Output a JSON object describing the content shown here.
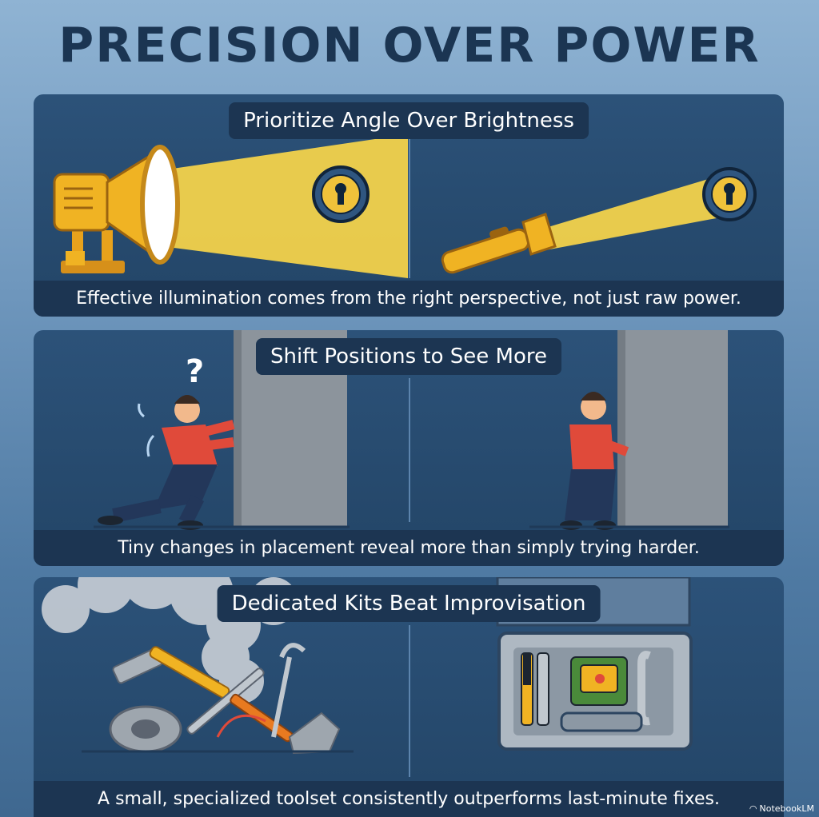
{
  "title": "PRECISION OVER POWER",
  "panels": [
    {
      "heading": "Prioritize Angle Over Brightness",
      "caption": "Effective illumination comes from the right perspective, not just raw power.",
      "icons": [
        "spotlight-icon",
        "keyhole-icon",
        "flashlight-icon"
      ]
    },
    {
      "heading": "Shift Positions to See More",
      "caption": "Tiny changes in placement reveal more than simply trying harder.",
      "question_mark": "?",
      "icons": [
        "pushing-person-icon",
        "peeking-person-icon",
        "wall-icon"
      ]
    },
    {
      "heading": "Dedicated Kits Beat Improvisation",
      "caption": "A small, specialized toolset consistently outperforms last-minute fixes.",
      "icons": [
        "tool-pile-icon",
        "smoke-icon",
        "toolkit-case-icon"
      ]
    }
  ],
  "watermark": "NotebookLM",
  "colors": {
    "title": "#1b3552",
    "panel": "#2c5279",
    "label_bg": "#1c3552",
    "light_yellow": "#f2d24b",
    "lamp_orange": "#f0b323",
    "shirt_red": "#e04a3a"
  }
}
